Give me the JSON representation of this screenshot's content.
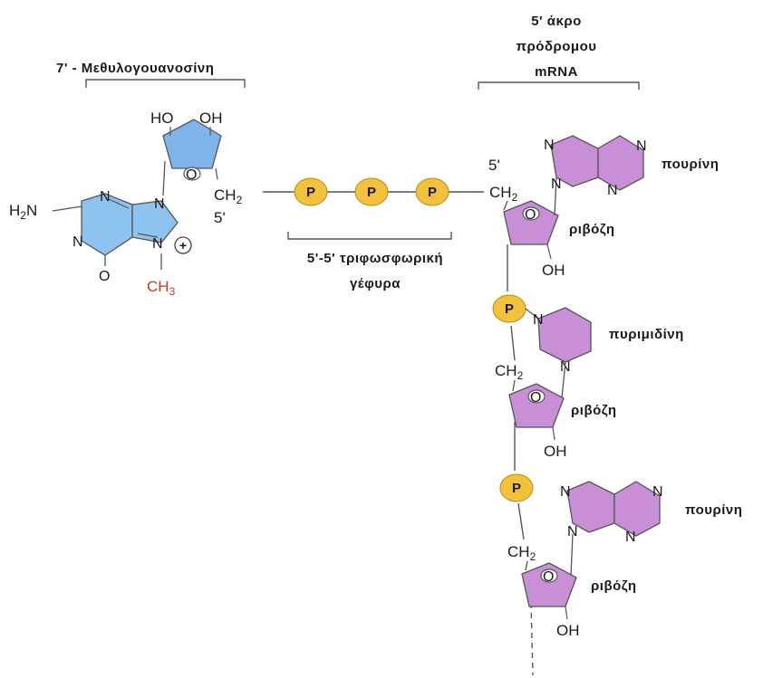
{
  "labels": {
    "cap_title": "7' - Μεθυλογουανοσίνη",
    "mrna_line1": "5' άκρο",
    "mrna_line2": "πρόδρομου",
    "mrna_line3": "mRNA",
    "bridge_line1": "5'-5' τριφωσφωρική",
    "bridge_line2": "γέφυρα",
    "purine": "πουρίνη",
    "pyrimidine": "πυριμιδίνη",
    "ribose": "ριβόζη"
  },
  "chem": {
    "ho": "HO",
    "oh": "OH",
    "ch2": "CH",
    "sub2": "2",
    "five_prime": "5'",
    "h2n_h": "H",
    "h2n_2": "2",
    "h2n_n": "N",
    "ch3_ch": "CH",
    "ch3_3": "3",
    "n": "N",
    "o": "O",
    "plus": "+",
    "p": "P"
  },
  "colors": {
    "guanine": "#8ec3ef",
    "sugar_blue": "#7fb4ea",
    "purple": "#c88fd6",
    "phosphate": "#f2c23c",
    "methyl_text": "#c0392b",
    "line": "#555555"
  }
}
